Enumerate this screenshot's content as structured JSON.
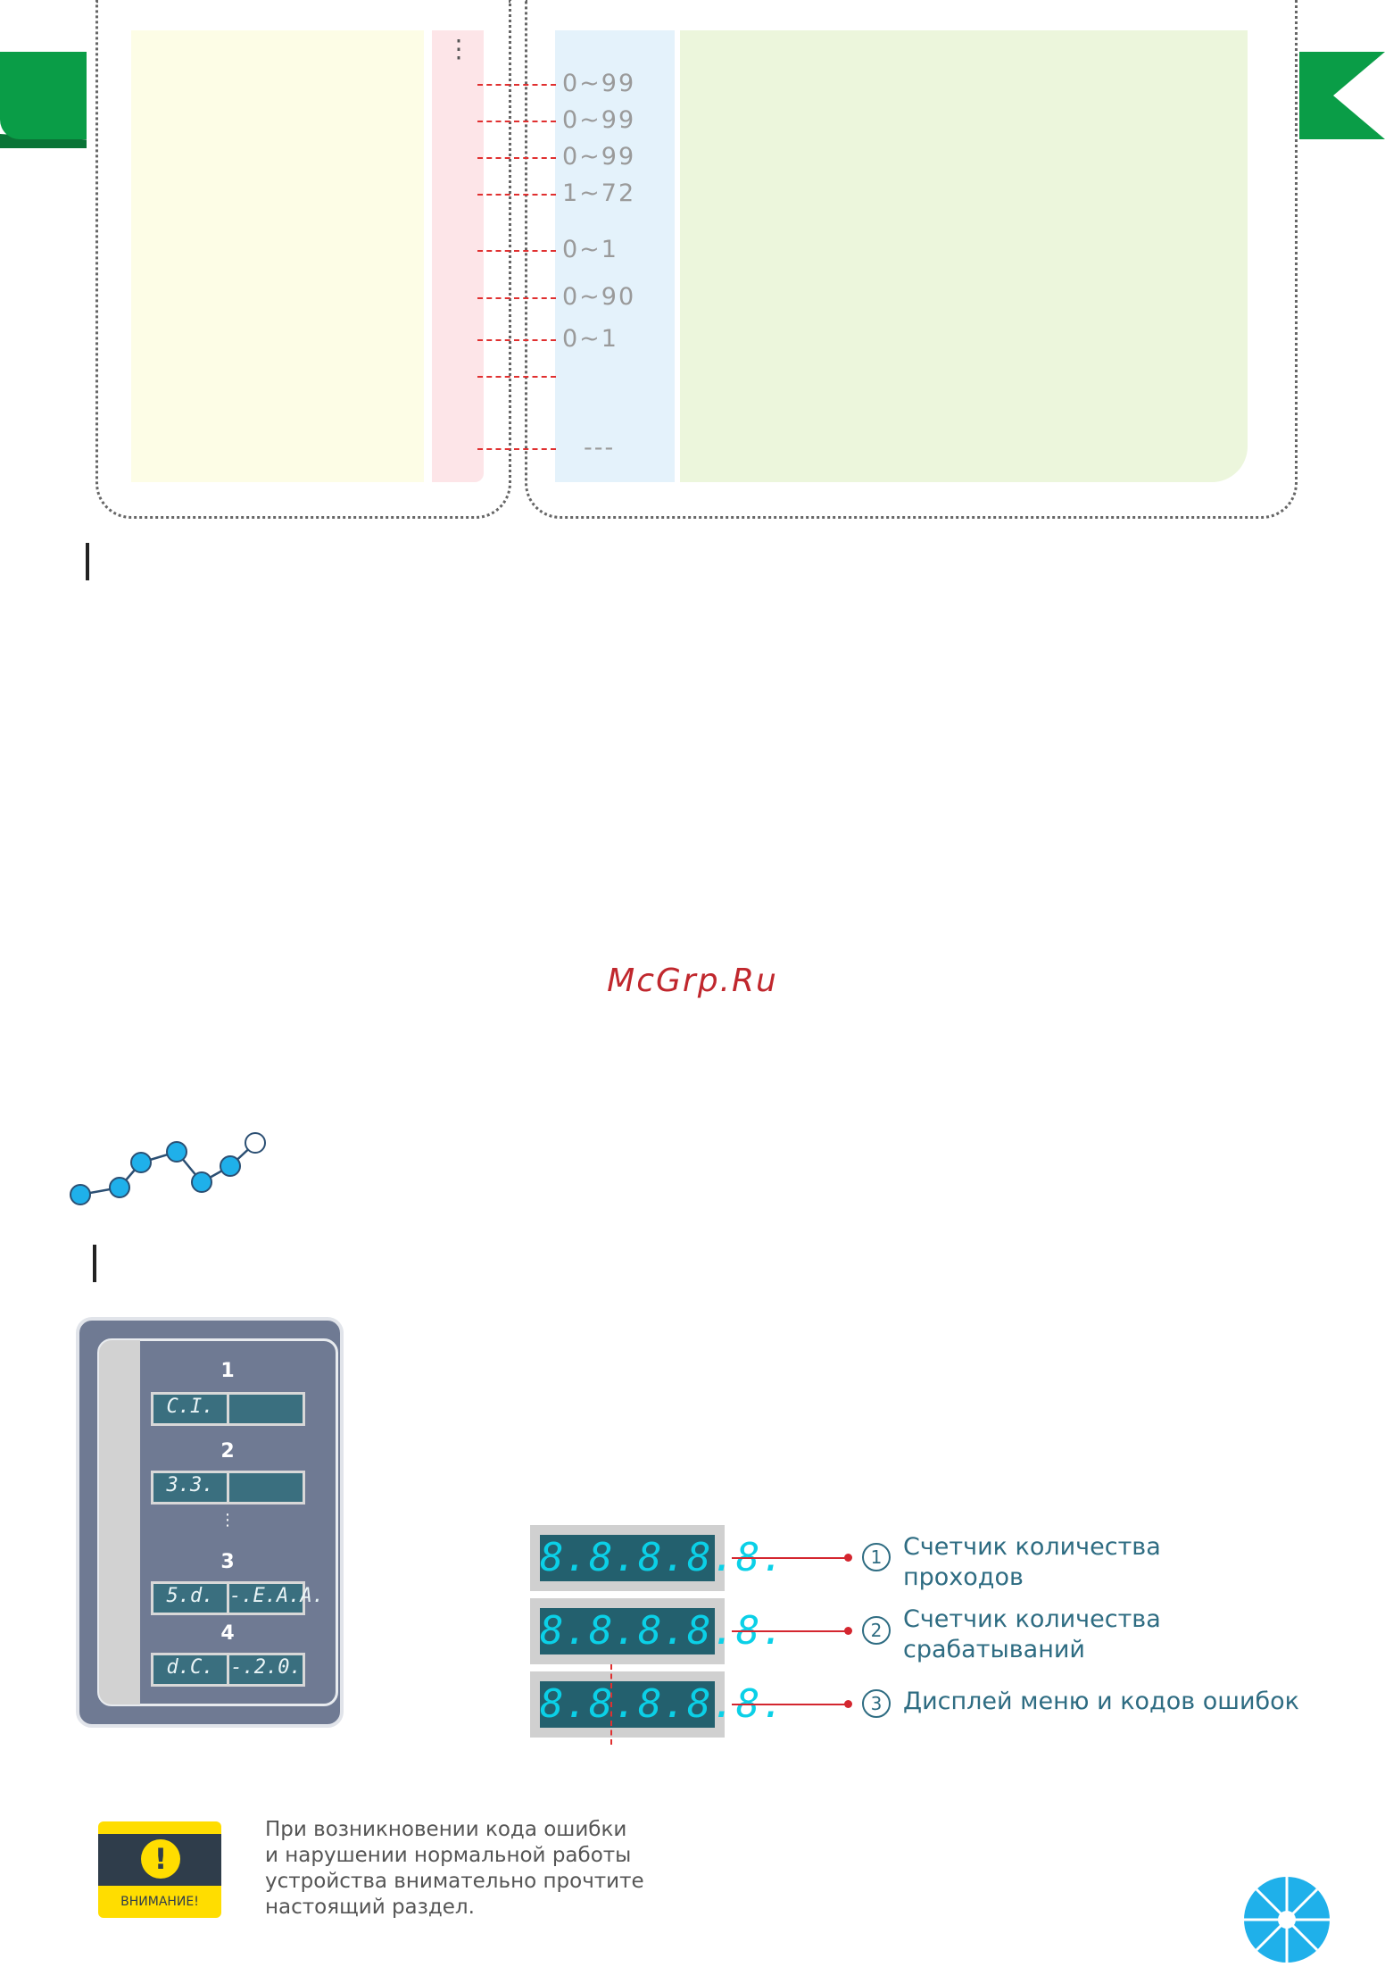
{
  "table": {
    "ranges": [
      "0~99",
      "0~99",
      "0~99",
      "1~72",
      "0~1",
      "0~90",
      "0~1",
      "",
      "---"
    ],
    "left_ellipsis": "⋮"
  },
  "watermark": "McGrp.Ru",
  "panel": {
    "rows": [
      {
        "num": "1",
        "left": "C.I.",
        "right": ""
      },
      {
        "num": "2",
        "left": "3.3.",
        "right": ""
      },
      {
        "num": "3",
        "left": "5.d.",
        "right": "-.E.A.A."
      },
      {
        "num": "4",
        "left": "d.C.",
        "right": "-.2.0."
      }
    ],
    "ellipsis": "⋮"
  },
  "counters": [
    {
      "num": "1",
      "digits": "8.8.8.8.8.",
      "label_lines": [
        "Счетчик количества",
        "проходов"
      ]
    },
    {
      "num": "2",
      "digits": "8.8.8.8.8.",
      "label_lines": [
        "Счетчик количества",
        "срабатываний"
      ]
    },
    {
      "num": "3",
      "digits": "8.8.8.8.8.",
      "label_lines": [
        "Дисплей меню и кодов ошибок"
      ]
    }
  ],
  "attention": {
    "symbol": "!",
    "label": "ВНИМАНИЕ!",
    "text_lines": [
      "При возникновении кода ошибки",
      "и нарушении нормальной работы",
      "устройства внимательно прочтите",
      "настоящий раздел."
    ]
  },
  "colors": {
    "green": "#0a9d47",
    "yellow_col": "#fdfde6",
    "pink_col": "#fde5e8",
    "blue_col": "#e4f2fb",
    "light_green_col": "#ecf6dc",
    "lcd_bg": "#23606e",
    "lcd_digit": "#0bd0e7",
    "accent_red": "#d4262f",
    "teal_text": "#2e6c82",
    "chain_node": "#1fb0ea"
  }
}
